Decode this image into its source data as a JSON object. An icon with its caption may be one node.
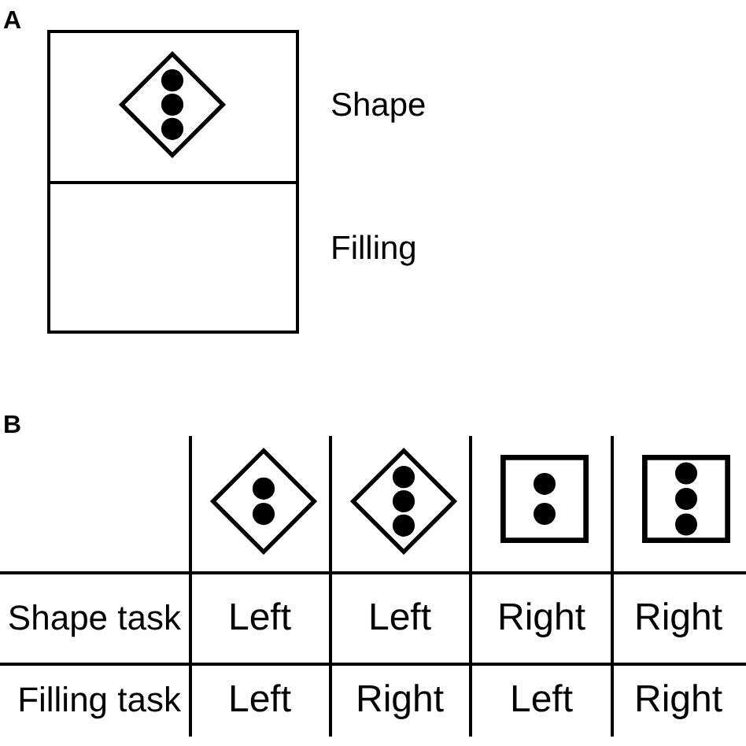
{
  "diagram": {
    "labels": [
      "A",
      "Shape",
      "Filling",
      "B",
      "Shape task",
      "Left",
      "Left",
      "Right",
      "Right",
      "Filling task",
      "Left",
      "Right",
      "Left",
      "Right"
    ]
  }
}
